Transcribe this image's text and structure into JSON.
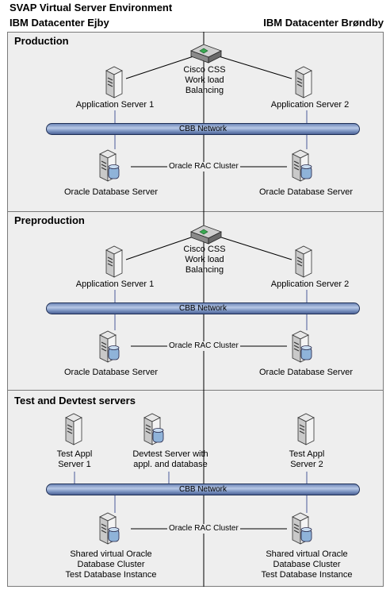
{
  "title": "SVAP Virtual Server Environment",
  "datacenters": {
    "left": "IBM Datacenter Ejby",
    "right": "IBM Datacenter Brøndby"
  },
  "sections": [
    {
      "title": "Production",
      "balancer": "Cisco CSS\nWork load\nBalancing",
      "app1": "Application Server 1",
      "app2": "Application Server 2",
      "network": "CBB Network",
      "cluster": "Oracle RAC Cluster",
      "db1": "Oracle Database Server",
      "db2": "Oracle Database Server"
    },
    {
      "title": "Preproduction",
      "balancer": "Cisco CSS\nWork load\nBalancing",
      "app1": "Application Server 1",
      "app2": "Application Server 2",
      "network": "CBB Network",
      "cluster": "Oracle RAC Cluster",
      "db1": "Oracle Database Server",
      "db2": "Oracle Database Server"
    },
    {
      "title": "Test and Devtest servers",
      "test1": "Test Appl\nServer 1",
      "devtest": "Devtest Server with\nappl. and database",
      "test2": "Test Appl\nServer 2",
      "network": "CBB Network",
      "cluster": "Oracle RAC Cluster",
      "db1": "Shared virtual Oracle\nDatabase Cluster\nTest Database Instance",
      "db2": "Shared virtual Oracle\nDatabase Cluster\nTest Database Instance"
    }
  ]
}
